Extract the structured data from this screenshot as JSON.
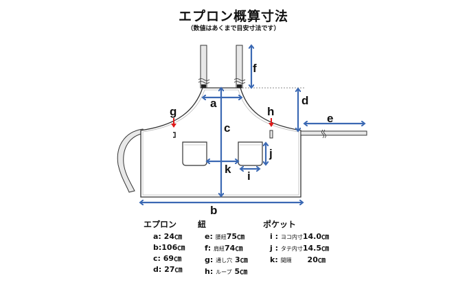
{
  "title": "エプロン概算寸法",
  "subtitle": "（数値はあくまで目安寸法です）",
  "colors": {
    "arrow": "#3a68b3",
    "marker": "#e01b1b",
    "outline": "#333333",
    "fabric": "#ffffff",
    "strap": "#e8e8e8"
  },
  "diagram_labels": {
    "a": "a",
    "b": "b",
    "c": "c",
    "d": "d",
    "e": "e",
    "f": "f",
    "g": "g",
    "h": "h",
    "i": "i",
    "j": "j",
    "k": "k"
  },
  "legend": {
    "apron": {
      "heading": "エプロン",
      "rows": [
        {
          "key": "a:",
          "name": "",
          "value": "24㎝"
        },
        {
          "key": "b:",
          "name": "",
          "value": "106㎝"
        },
        {
          "key": "c:",
          "name": "",
          "value": "69㎝"
        },
        {
          "key": "d:",
          "name": "",
          "value": "27㎝"
        }
      ]
    },
    "string": {
      "heading": "紐",
      "rows": [
        {
          "key": "e:",
          "name": "腰紐",
          "value": "75㎝"
        },
        {
          "key": "f:",
          "name": "肩紐",
          "value": "74㎝"
        },
        {
          "key": "g:",
          "name": "通し穴",
          "value": "3㎝"
        },
        {
          "key": "h:",
          "name": "ループ",
          "value": "5㎝"
        }
      ]
    },
    "pocket": {
      "heading": "ポケット",
      "rows": [
        {
          "key": "i :",
          "name": "ヨコ内寸",
          "value": "14.0㎝"
        },
        {
          "key": "j :",
          "name": "タテ内寸",
          "value": "14.5㎝"
        },
        {
          "key": "k:",
          "name": "間隔",
          "value": "20㎝"
        }
      ]
    }
  }
}
